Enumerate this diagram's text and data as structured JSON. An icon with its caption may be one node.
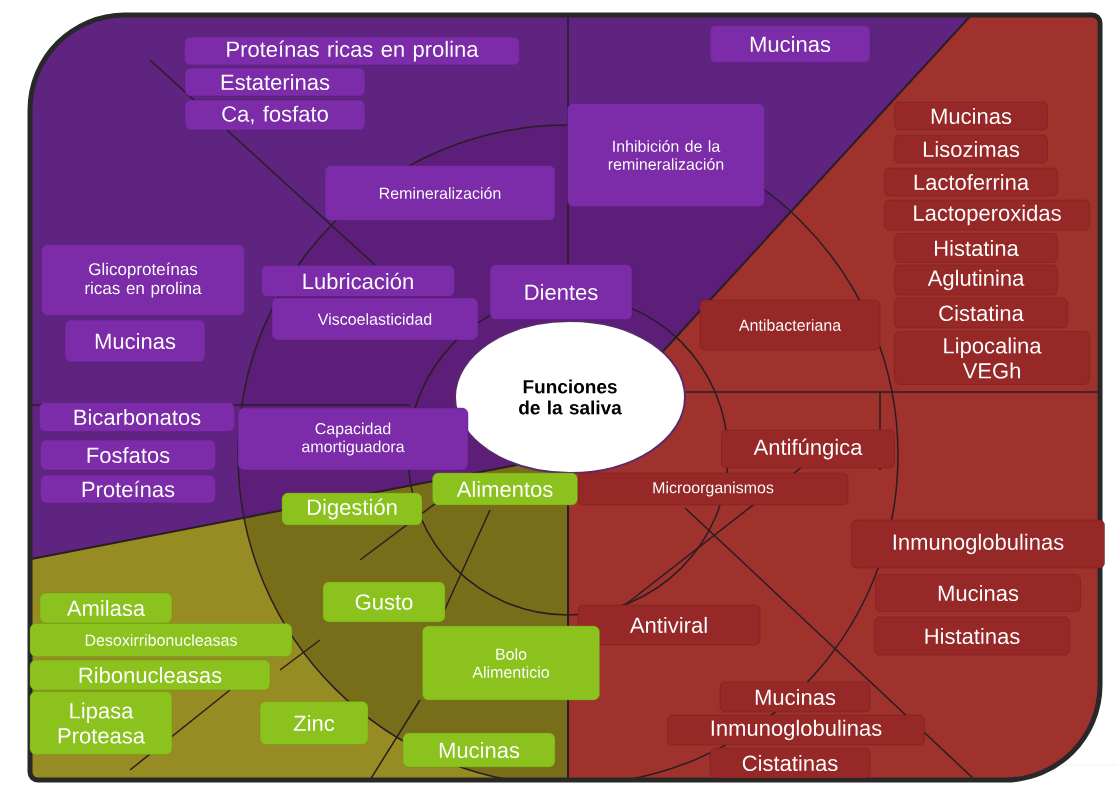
{
  "diagram": {
    "nodes": [
      {
        "text": [
          "Funciones de la saliva"
        ]
      },
      {
        "text": [
          "Proteínas ricas en prolina"
        ]
      },
      {
        "text": [
          "Estaterinas"
        ]
      },
      {
        "text": [
          "Ca, fosfato"
        ]
      },
      {
        "text": [
          "Mucinas"
        ]
      },
      {
        "text": [
          "Inhibición de la remineralización"
        ]
      },
      {
        "text": [
          "Remineralización"
        ]
      },
      {
        "text": [
          "Glicoproteínas ricas en prolina"
        ]
      },
      {
        "text": [
          "Mucinas"
        ]
      },
      {
        "text": [
          "Lubricación"
        ]
      },
      {
        "text": [
          "Viscoelasticidad"
        ]
      },
      {
        "text": [
          "Dientes"
        ]
      },
      {
        "text": [
          "Bicarbonatos"
        ]
      },
      {
        "text": [
          "Fosfatos"
        ]
      },
      {
        "text": [
          "Proteínas"
        ]
      },
      {
        "text": [
          "Capacidad amortiguadora"
        ]
      },
      {
        "text": [
          "Mucinas"
        ]
      },
      {
        "text": [
          "Lisozimas"
        ]
      },
      {
        "text": [
          "Lactoferrina"
        ]
      },
      {
        "text": [
          "Lactoperoxidas"
        ]
      },
      {
        "text": [
          "Histatina"
        ]
      },
      {
        "text": [
          "Aglutinina"
        ]
      },
      {
        "text": [
          "Cistatina"
        ]
      },
      {
        "text": [
          "Lipocalina VEGh"
        ]
      },
      {
        "text": [
          "Antibacteriana"
        ]
      },
      {
        "text": [
          "Antifúngica"
        ]
      },
      {
        "text": [
          "Microorganismos"
        ]
      },
      {
        "text": [
          "Inmunoglobulinas"
        ]
      },
      {
        "text": [
          "Mucinas"
        ]
      },
      {
        "text": [
          "Histatinas"
        ]
      },
      {
        "text": [
          "Antiviral"
        ]
      },
      {
        "text": [
          "Mucinas"
        ]
      },
      {
        "text": [
          "Inmunoglobulinas"
        ]
      },
      {
        "text": [
          "Cistatinas"
        ]
      },
      {
        "text": [
          "Alimentos"
        ]
      },
      {
        "text": [
          "Digestión"
        ]
      },
      {
        "text": [
          "Gusto"
        ]
      },
      {
        "text": [
          "Bolo Alimenticio"
        ]
      },
      {
        "text": [
          "Amilasa"
        ]
      },
      {
        "text": [
          "Desoxirribonucleasas"
        ]
      },
      {
        "text": [
          "Ribonucleasas"
        ]
      },
      {
        "text": [
          "Lipasa Proteasa"
        ]
      },
      {
        "text": [
          "Zinc"
        ]
      },
      {
        "text": [
          "Mucinas"
        ]
      }
    ]
  }
}
